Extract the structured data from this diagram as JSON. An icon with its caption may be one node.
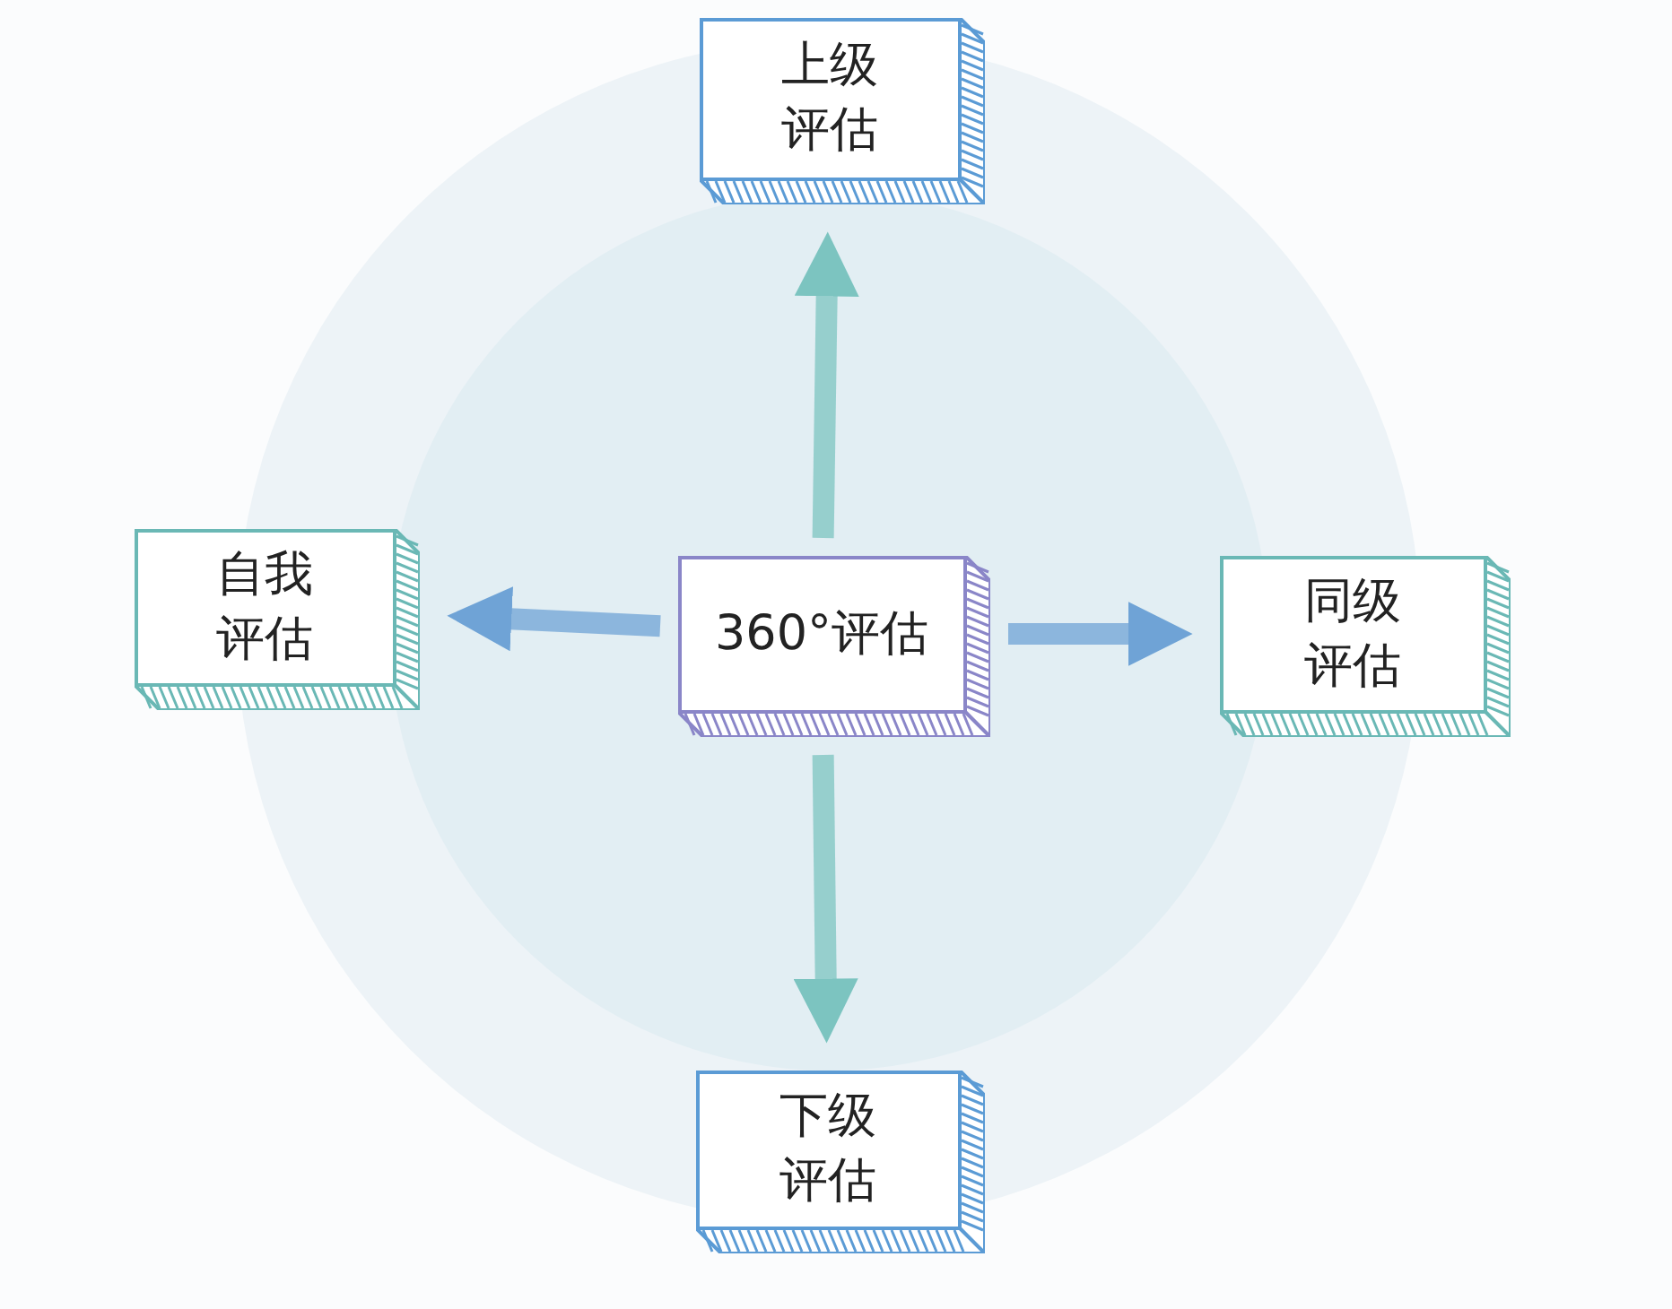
{
  "diagram": {
    "nodes": [
      {
        "text": [
          "360°评估"
        ]
      },
      {
        "text": [
          "上级评估"
        ]
      },
      {
        "text": [
          "自我评估"
        ]
      },
      {
        "text": [
          "同级评估"
        ]
      },
      {
        "text": [
          "下级评估"
        ]
      }
    ],
    "edges": [
      {
        "from": 0,
        "to": 1,
        "arrow": "to",
        "color": "#7cc4c0"
      },
      {
        "from": 0,
        "to": 2,
        "arrow": "to",
        "color": "#6fa3d6"
      },
      {
        "from": 0,
        "to": 3,
        "arrow": "to",
        "color": "#6fa3d6"
      },
      {
        "from": 0,
        "to": 4,
        "arrow": "to",
        "color": "#7cc4c0"
      }
    ]
  }
}
